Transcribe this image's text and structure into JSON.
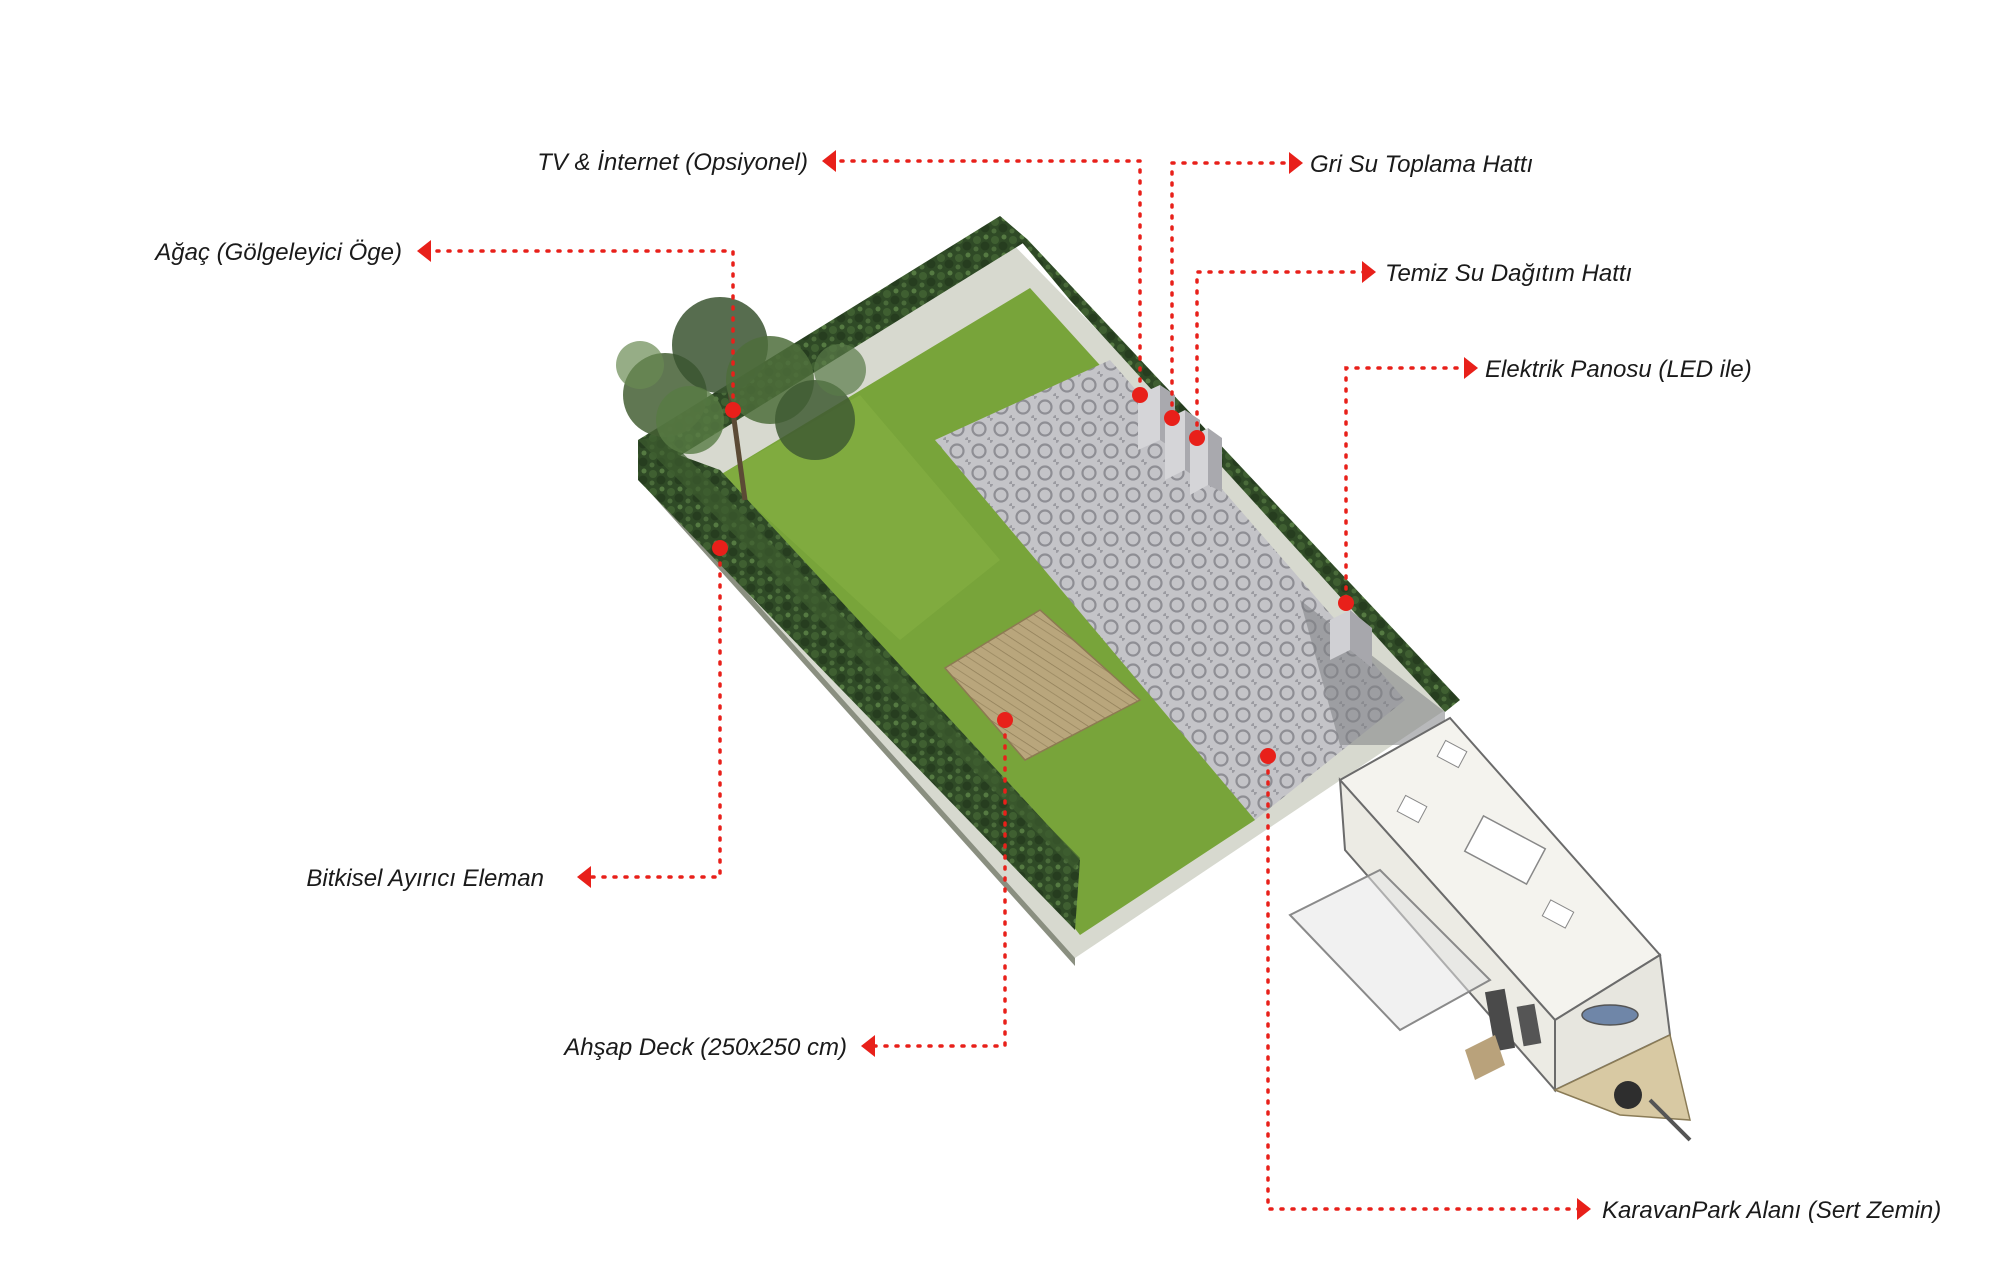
{
  "labels": {
    "tv_internet": "TV & İnternet (Opsiyonel)",
    "gri_su": "Gri Su Toplama Hattı",
    "agac": "Ağaç (Gölgeleyici Öge)",
    "temiz_su": "Temiz Su Dağıtım Hattı",
    "elektrik": "Elektrik Panosu (LED ile)",
    "bitkisel": "Bitkisel Ayırıcı Eleman",
    "ahsap_deck": "Ahşap Deck (250x250 cm)",
    "karavan_park": "KaravanPark Alanı (Sert Zemin)"
  },
  "colors": {
    "accent": "#e8201a",
    "hedge": "#2f4a26",
    "hedge_light": "#4b6b3a",
    "lawn": "#7aa63a",
    "paving": "#b9b9bd",
    "deck": "#b8a57a",
    "caravan": "#f2f1ec"
  },
  "icons": [
    "arrow-left-icon",
    "arrow-right-icon",
    "marker-dot-icon"
  ]
}
